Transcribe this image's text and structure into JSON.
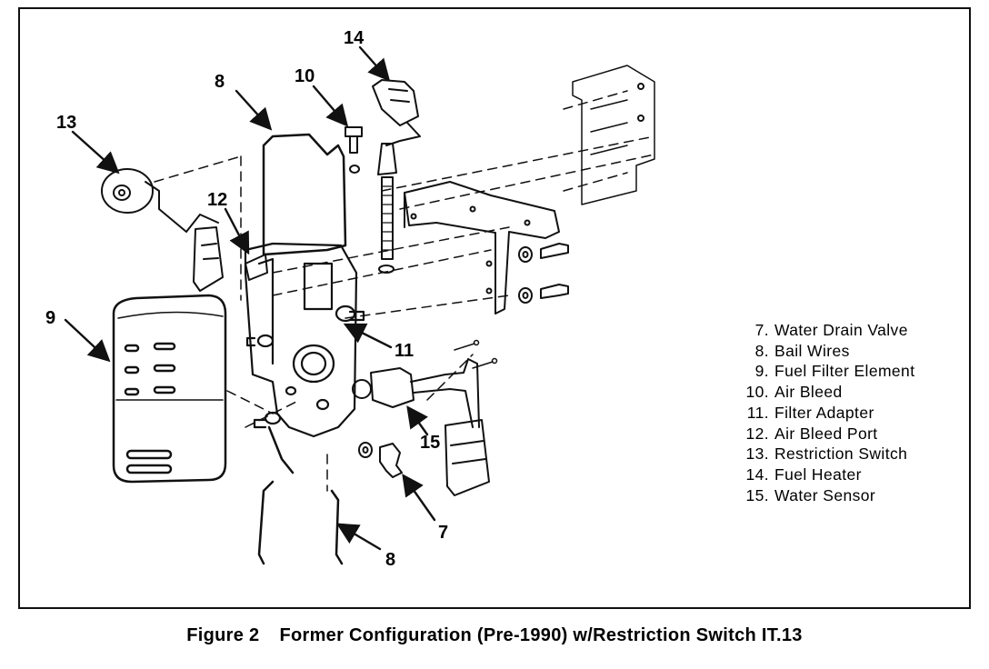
{
  "callouts": {
    "c7": "7",
    "c8_top": "8",
    "c8_bottom": "8",
    "c9": "9",
    "c10": "10",
    "c11": "11",
    "c12": "12",
    "c13": "13",
    "c14": "14",
    "c15": "15"
  },
  "legend": [
    {
      "num": "7.",
      "label": "Water Drain Valve"
    },
    {
      "num": "8.",
      "label": "Bail Wires"
    },
    {
      "num": "9.",
      "label": "Fuel Filter Element"
    },
    {
      "num": "10.",
      "label": "Air Bleed"
    },
    {
      "num": "11.",
      "label": "Filter Adapter"
    },
    {
      "num": "12.",
      "label": "Air Bleed Port"
    },
    {
      "num": "13.",
      "label": "Restriction Switch"
    },
    {
      "num": "14.",
      "label": "Fuel Heater"
    },
    {
      "num": "15.",
      "label": "Water Sensor"
    }
  ],
  "caption": {
    "figure": "Figure 2",
    "title": "Former Configuration (Pre-1990) w/Restriction Switch IT.13"
  },
  "colors": {
    "ink": "#111111",
    "paper": "#ffffff"
  }
}
